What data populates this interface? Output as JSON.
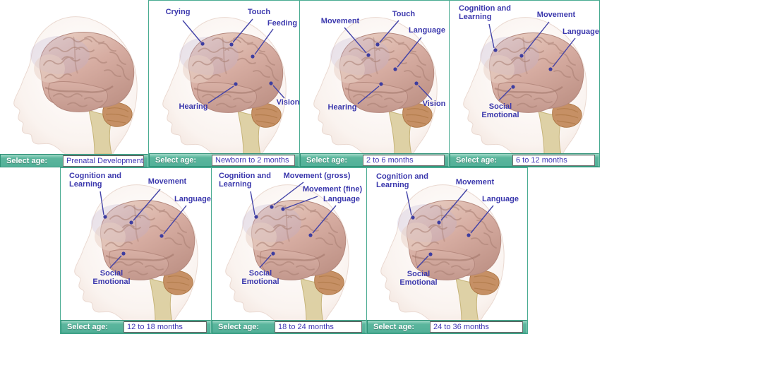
{
  "select_label": "Select age:",
  "colors": {
    "bar_teal": "#54b29a",
    "panel_border": "#49ab91",
    "annotation_blue": "#3b38ad",
    "dropdown_text_blue": "#4035b5"
  },
  "panels": [
    {
      "age": "Prenatal Development",
      "labels": {}
    },
    {
      "age": "Newborn to 2 months",
      "labels": {
        "l1": "Crying",
        "l2": "Touch",
        "l3": "Feeding",
        "l4": "Hearing",
        "l5": "Vision"
      }
    },
    {
      "age": "2 to 6 months",
      "labels": {
        "l1": "Movement",
        "l2": "Touch",
        "l3": "Language",
        "l4": "Hearing",
        "l5": "Vision"
      }
    },
    {
      "age": "6 to 12 months",
      "labels": {
        "l1": "Cognition and Learning",
        "l2": "Movement",
        "l3": "Language",
        "l4": "Social Emotional"
      }
    },
    {
      "age": "12 to 18 months",
      "labels": {
        "l1": "Cognition and Learning",
        "l2": "Movement",
        "l3": "Language",
        "l4": "Social Emotional"
      }
    },
    {
      "age": "18 to 24 months",
      "labels": {
        "l1": "Cognition and Learning",
        "l2": "Movement (gross)",
        "l3": "Movement (fine)",
        "l4": "Language",
        "l5": "Social Emotional"
      }
    },
    {
      "age": "24 to 36 months",
      "labels": {
        "l1": "Cognition and Learning",
        "l2": "Movement",
        "l3": "Language",
        "l4": "Social Emotional"
      }
    }
  ]
}
